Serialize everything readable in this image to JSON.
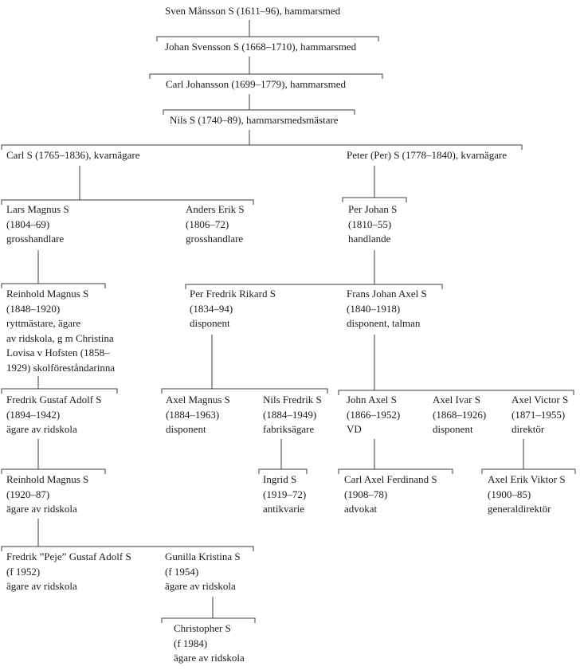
{
  "colors": {
    "background": "#ffffff",
    "text": "#1c1c1c",
    "line": "#3c3c3c"
  },
  "nodes": {
    "sven_mansson": {
      "lines": [
        "Sven Månsson S (1611–96), hammarsmed"
      ]
    },
    "johan_svensson": {
      "lines": [
        "Johan Svensson S (1668–1710), hammarsmed"
      ]
    },
    "carl_johansson": {
      "lines": [
        "Carl Johansson (1699–1779), hammarsmed"
      ]
    },
    "nils": {
      "lines": [
        "Nils S (1740–89), hammarsmedsmästare"
      ]
    },
    "carl": {
      "lines": [
        "Carl S (1765–1836), kvarnägare"
      ]
    },
    "peter": {
      "lines": [
        "Peter (Per) S (1778–1840), kvarnägare"
      ]
    },
    "lars_magnus": {
      "lines": [
        "Lars Magnus S",
        "(1804–69)",
        "grosshandlare"
      ]
    },
    "anders_erik": {
      "lines": [
        "Anders Erik S",
        "(1806–72)",
        "grosshandlare"
      ]
    },
    "per_johan": {
      "lines": [
        "Per Johan S",
        "(1810–55)",
        "handlande"
      ]
    },
    "reinhold_magnus_1848": {
      "lines": [
        "Reinhold Magnus S",
        "(1848–1920)",
        "ryttmästare, ägare",
        "av ridskola, g m Christina",
        "Lovisa v Hofsten (1858–",
        "1929) skolföreståndarinna"
      ]
    },
    "per_fredrik_rikard": {
      "lines": [
        "Per Fredrik Rikard S",
        "(1834–94)",
        "disponent"
      ]
    },
    "frans_johan_axel": {
      "lines": [
        "Frans Johan Axel S",
        "(1840–1918)",
        "disponent, talman"
      ]
    },
    "fredrik_gustaf_adolf": {
      "lines": [
        "Fredrik Gustaf Adolf S",
        "(1894–1942)",
        "ägare av ridskola"
      ]
    },
    "axel_magnus": {
      "lines": [
        "Axel Magnus S",
        "(1884–1963)",
        "disponent"
      ]
    },
    "nils_fredrik": {
      "lines": [
        "Nils Fredrik S",
        "(1884–1949)",
        "fabriksägare"
      ]
    },
    "john_axel": {
      "lines": [
        "John Axel S",
        "(1866–1952)",
        "VD"
      ]
    },
    "axel_ivar": {
      "lines": [
        "Axel Ivar S",
        "(1868–1926)",
        "disponent"
      ]
    },
    "axel_victor": {
      "lines": [
        "Axel Victor S",
        "(1871–1955)",
        "direktör"
      ]
    },
    "reinhold_magnus_1920": {
      "lines": [
        "Reinhold Magnus S",
        "(1920–87)",
        "ägare av ridskola"
      ]
    },
    "ingrid": {
      "lines": [
        "Ingrid S",
        "(1919–72)",
        "antikvarie"
      ]
    },
    "carl_axel_ferdinand": {
      "lines": [
        "Carl Axel Ferdinand S",
        "(1908–78)",
        "advokat"
      ]
    },
    "axel_erik_viktor": {
      "lines": [
        "Axel Erik Viktor S",
        "(1900–85)",
        "generaldirektör"
      ]
    },
    "fredrik_peje": {
      "lines": [
        "Fredrik ”Peje” Gustaf Adolf S",
        "(f 1952)",
        "ägare av ridskola"
      ]
    },
    "gunilla_kristina": {
      "lines": [
        "Gunilla Kristina S",
        "(f 1954)",
        "ägare av ridskola"
      ]
    },
    "christopher": {
      "lines": [
        "Christopher S",
        "(f 1984)",
        "ägare av ridskola"
      ]
    }
  }
}
